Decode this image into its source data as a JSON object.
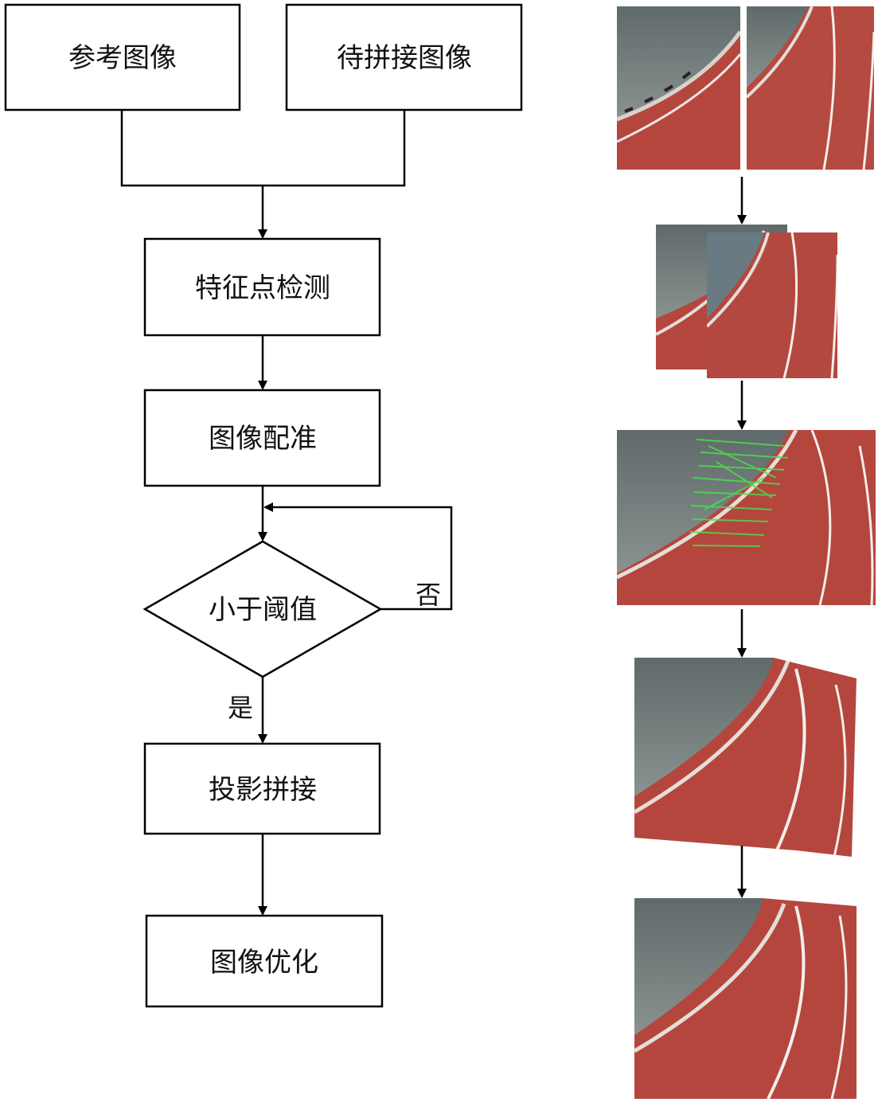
{
  "flowchart": {
    "reference_image": "参考图像",
    "image_to_stitch": "待拼接图像",
    "feature_detection": "特征点检测",
    "image_registration": "图像配准",
    "decision": "小于阈值",
    "no_label": "否",
    "yes_label": "是",
    "projection_stitching": "投影拼接",
    "image_optimization": "图像优化"
  },
  "colors": {
    "track": "#b5463e",
    "track_dark": "#9a3a33",
    "stands": "#6f7a78",
    "lane_line": "#f4eeea",
    "match_lines": "#4cdc4c"
  }
}
